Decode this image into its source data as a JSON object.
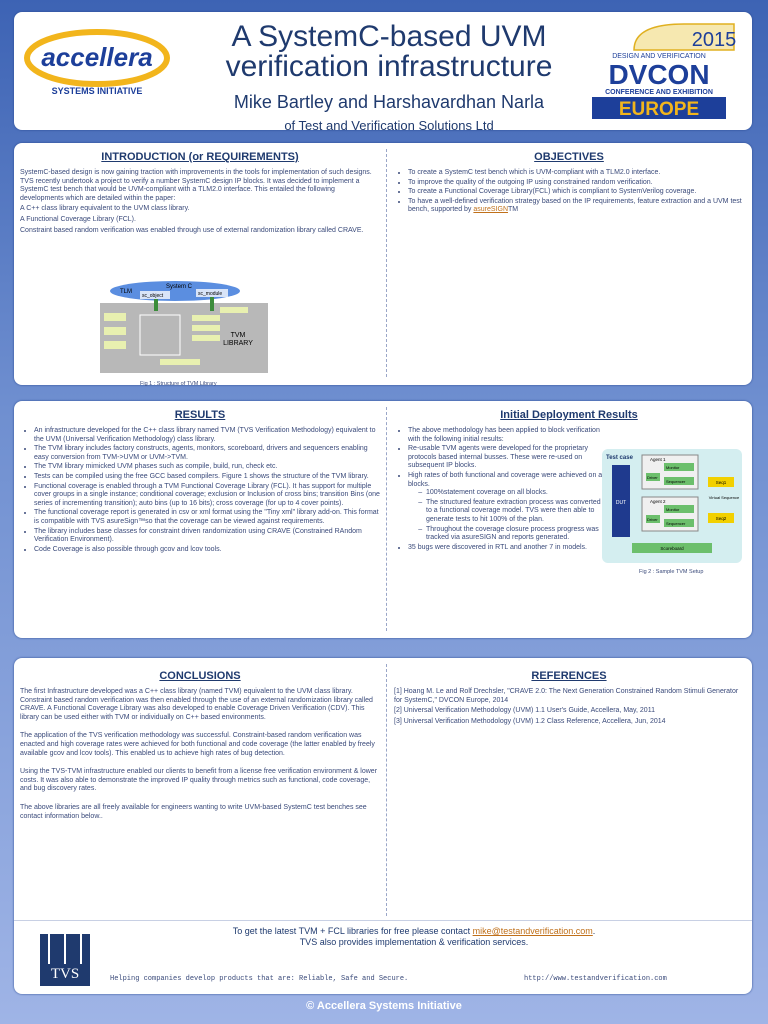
{
  "header": {
    "title": "A SystemC-based UVM verification infrastructure",
    "authors": "Mike Bartley and Harshavardhan Narla",
    "org": "of Test and Verification Solutions Ltd",
    "accellera_logo": "accellera",
    "accellera_sub": "SYSTEMS INITIATIVE",
    "dvcon_year": "2015",
    "dvcon_line1": "DESIGN AND VERIFICATION",
    "dvcon_name": "DVCON",
    "dvcon_line2": "CONFERENCE AND EXHIBITION",
    "dvcon_region": "EUROPE"
  },
  "intro": {
    "title": "INTRODUCTION (or REQUIREMENTS)",
    "p1": "SystemC-based design is now gaining traction with improvements in the tools for implementation of such designs. TVS recently undertook a project to verify a number SystemC design IP blocks. It was decided to implement a SystemC test bench that would be UVM-compliant with a TLM2.0 interface. This entailed the following developments which are detailed within the paper:",
    "p2": "A C++ class library equivalent to the UVM class library.",
    "p3": "A Functional Coverage Library (FCL).",
    "p4": "Constraint based random verification was enabled through use of external randomization library called CRAVE.",
    "fig_caption": "Fig 1 : Structure of TVM Library",
    "fig_tlm": "TLM",
    "fig_systemc": "System C",
    "fig_sc_object": "sc_object",
    "fig_sc_module": "sc_module",
    "fig_tvm": "TVM",
    "fig_library": "LIBRARY"
  },
  "objectives": {
    "title": "OBJECTIVES",
    "items": [
      "To create a SystemC test bench which is UVM-compliant with a TLM2.0 interface.",
      "To improve the quality of the outgoing IP using constrained random verification.",
      "To create a Functional Coverage Library(FCL) which is compliant to SystemVerilog coverage.",
      "To have a well-defined verification strategy based on the IP requirements, feature extraction and a UVM test bench, supported by"
    ],
    "link": "asureSIGN",
    "tm": "TM"
  },
  "results": {
    "title": "RESULTS",
    "items": [
      "An infrastructure developed for the C++ class library named TVM (TVS Verification Methodology) equivalent to the UVM (Universal Verification Methodology) class library.",
      "The TVM library includes factory constructs, agents, monitors, scoreboard, drivers and sequencers enabling easy conversion from TVM->UVM or UVM->TVM.",
      "The TVM library mimicked UVM phases such as compile, build, run, check etc.",
      "Tests can be compiled using the free GCC based compilers. Figure 1 shows the structure of the TVM library.",
      "Functional coverage is enabled through a TVM Functional Coverage Library (FCL). It has support for multiple cover groups in a single instance; conditional coverage; exclusion or Inclusion of cross bins; transition Bins (one series of incrementing transition); auto bins (up to 16 bits); cross coverage (for up to 4 cover points).",
      "The functional coverage report is generated in csv or xml format using the \"Tiny xml\" library add-on. This format is compatible with TVS asureSign™so that the coverage can be viewed against requirements.",
      "The library includes base classes for constraint driven randomization using CRAVE (Constrained RAndom Verification Environment).",
      "Code Coverage is also possible through gcov and lcov tools."
    ]
  },
  "deployment": {
    "title": "Initial Deployment Results",
    "items": [
      "The above methodology has been applied to block verification with the following initial results:",
      "Re-usable TVM agents were developed for the proprietary protocols based internal busses. These were re-used on subsequent IP blocks.",
      "High rates of both functional and coverage were achieved on all blocks."
    ],
    "subitems": [
      "100%statement coverage on all blocks.",
      "The structured feature extraction process was converted to a functional coverage model. TVS were then able to generate tests to hit 100% of the plan.",
      "Throughout the coverage closure process progress was tracked via asureSIGN and reports generated."
    ],
    "last": "35 bugs were discovered in RTL and another 7 in models.",
    "fig_caption": "Fig 2 : Sample TVM Setup",
    "fig_testcase": "Test case",
    "fig_agent1": "Agent 1",
    "fig_agent2": "Agent 2",
    "fig_dut": "DUT",
    "fig_monitor": "Monitor",
    "fig_driver": "Driver",
    "fig_sequencer": "Sequencer",
    "fig_seq1": "Seq1",
    "fig_seq2": "Seq2",
    "fig_virtual": "Virtual Sequence",
    "fig_scoreboard": "Scoreboard"
  },
  "conclusions": {
    "title": "CONCLUSIONS",
    "p1": "The first Infrastructure developed was a C++ class library (named TVM) equivalent to the UVM class library. Constraint based random verification was then enabled through the use of an external randomization library called CRAVE. A Functional Coverage Library was also developed to enable Coverage Driven Verification (CDV). This library can be used either with TVM or individually on C++ based environments.",
    "p2": "The application of the TVS verification methodology was successful. Constraint-based random verification was enacted and high coverage rates were achieved for both functional and code coverage (the latter enabled by freely available gcov and lcov tools). This enabled us to achieve high rates of bug detection.",
    "p3": "Using the TVS-TVM infrastructure enabled our clients to benefit from a license free verification environment & lower costs. It was also able to demonstrate the improved IP quality through metrics such as functional, code coverage, and bug discovery rates.",
    "p4": "The above libraries are all freely available for engineers wanting to write UVM-based SystemC test benches see contact information below.."
  },
  "references": {
    "title": "REFERENCES",
    "items": [
      "[1]     Hoang M. Le and Rolf Drechsler, \"CRAVE 2.0: The Next Generation Constrained Random Stimuli Generator for SystemC,\" DVCON Europe, 2014",
      "[2] Universal Verification Methodology (UVM) 1.1 User's Guide, Accellera, May, 2011",
      "[3] Universal Verification Methodology (UVM) 1.2 Class Reference, Accellera, Jun, 2014"
    ]
  },
  "contact": {
    "line1": "To get the latest TVM + FCL libraries for free please contact",
    "email": "mike@testandverification.com",
    "period": ".",
    "line2": "TVS also provides implementation & verification services.",
    "tagline": "Helping companies develop products that are: Reliable, Safe and Secure.",
    "url": "http://www.testandverification.com",
    "tvs_logo": "TVS"
  },
  "footer": "© Accellera Systems Initiative",
  "colors": {
    "accent": "#1f3a6e",
    "link": "#c0701a",
    "background": "#5a7cc6"
  }
}
